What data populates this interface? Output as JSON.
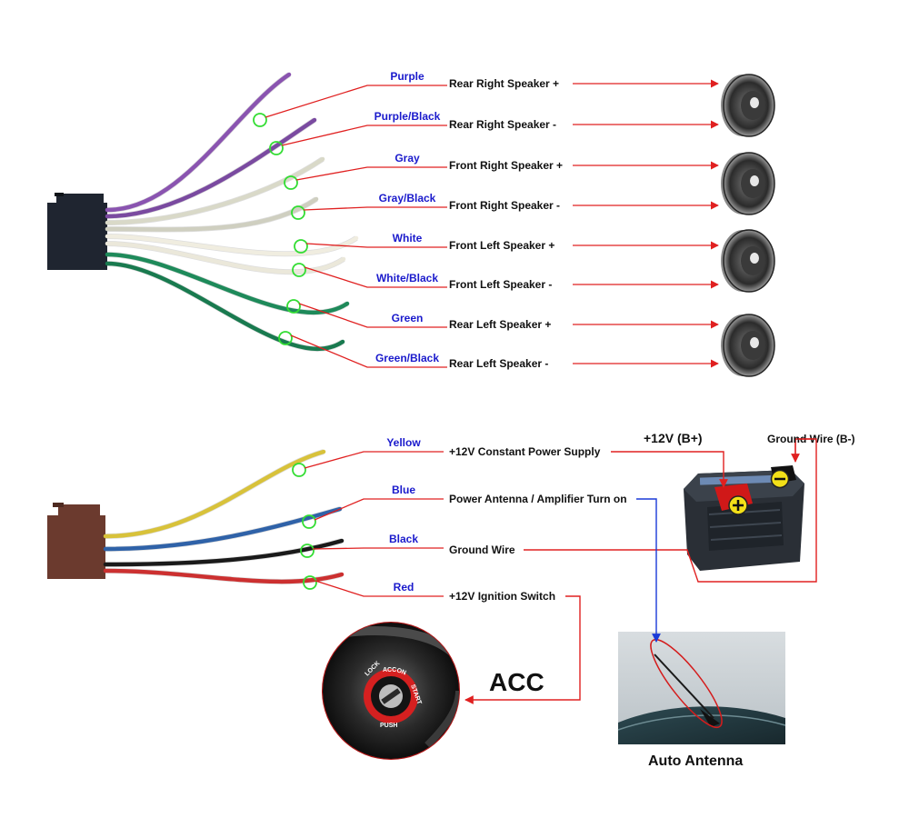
{
  "colors": {
    "leader": "#e02020",
    "ring": "#33dd33",
    "antenna_arrow": "#1a3ad8",
    "label_blue": "#1a1acc"
  },
  "speaker_harness": {
    "wires": [
      {
        "color_name": "Purple",
        "function": "Rear Right Speaker +",
        "wire_color": "#8a54b0"
      },
      {
        "color_name": "Purple/Black",
        "function": "Rear Right Speaker -",
        "wire_color": "#7a4aa0"
      },
      {
        "color_name": "Gray",
        "function": "Front Right Speaker +",
        "wire_color": "#d9d9c8"
      },
      {
        "color_name": "Gray/Black",
        "function": "Front Right Speaker -",
        "wire_color": "#cfcfc0"
      },
      {
        "color_name": "White",
        "function": "Front Left Speaker +",
        "wire_color": "#f0ede0"
      },
      {
        "color_name": "White/Black",
        "function": "Front Left Speaker -",
        "wire_color": "#ebe8da"
      },
      {
        "color_name": "Green",
        "function": "Rear Left Speaker +",
        "wire_color": "#1e8a5a"
      },
      {
        "color_name": "Green/Black",
        "function": "Rear Left Speaker -",
        "wire_color": "#197a4f"
      }
    ]
  },
  "power_harness": {
    "wires": [
      {
        "color_name": "Yellow",
        "function": "+12V Constant Power Supply",
        "wire_color": "#d8c23a"
      },
      {
        "color_name": "Blue",
        "function": "Power Antenna / Amplifier Turn on",
        "wire_color": "#2f62a8"
      },
      {
        "color_name": "Black",
        "function": "Ground Wire",
        "wire_color": "#1a1a1a"
      },
      {
        "color_name": "Red",
        "function": "+12V  Ignition Switch",
        "wire_color": "#cc3030"
      }
    ]
  },
  "battery": {
    "positive_label": "+12V  (B+)",
    "negative_label": "Ground Wire (B-)"
  },
  "ignition": {
    "label": "ACC",
    "key_ring_text": [
      "LOCK",
      "ACC",
      "ON",
      "START"
    ],
    "push_text": "PUSH"
  },
  "antenna": {
    "caption": "Auto Antenna"
  }
}
